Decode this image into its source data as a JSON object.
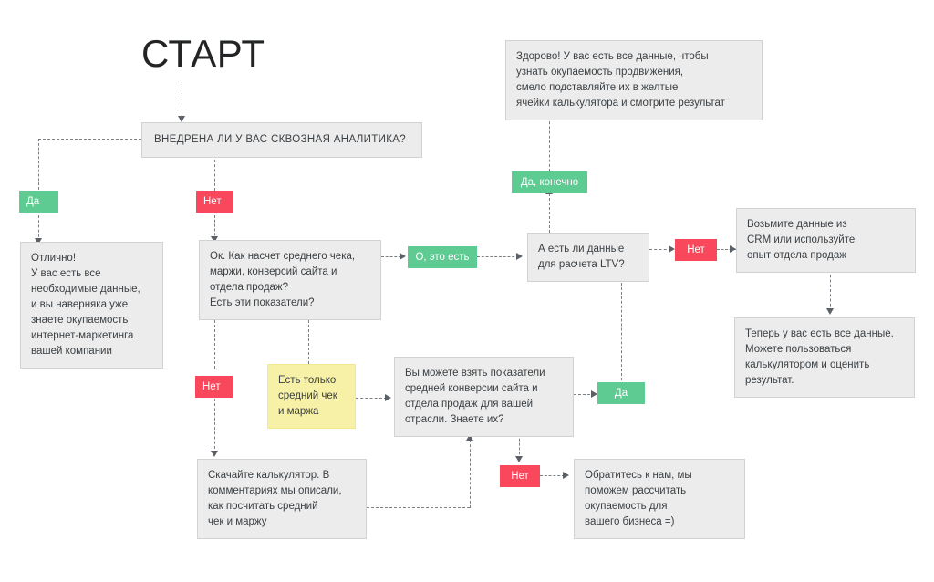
{
  "title": "СТАРТ",
  "colors": {
    "box_fill": "#ececec",
    "box_border": "#d2d2d2",
    "yellow_fill": "#f7f1a8",
    "green_tag": "#5ecb92",
    "red_tag": "#f9485b",
    "text": "#3b4044",
    "connector": "#7b8086"
  },
  "nodes": {
    "q_analytics": "ВНЕДРЕНА ЛИ У ВАС СКВОЗНАЯ АНАЛИТИКА?",
    "great_all_data": "Отлично!\nУ вас есть все\nнеобходимые данные,\nи вы наверняка уже\nзнаете окупаемость\nинтернет-маркетинга\nвашей компании",
    "q_avg_check": "Ок. Как насчет среднего чека,\nмаржи, конверсий сайта и\nотдела продаж?\nЕсть эти показатели?",
    "q_ltv": "А есть ли данные\nдля расчета LTV?",
    "superb_result": "Здорово! У вас есть все данные, чтобы\nузнать окупаемость продвижения,\nсмело подставляйте их в желтые\nячейки калькулятора и смотрите результат",
    "take_from_crm": "Возьмите данные из\nCRM или используйте\nопыт отдела продаж",
    "now_all_data": "Теперь у вас есть все данные.\nМожете пользоваться\nкалькулятором и оценить\nрезультат.",
    "only_avg_check": "Есть только\nсредний чек\nи маржа",
    "industry_averages": "Вы можете взять показатели\nсредней конверсии сайта и\nотдела продаж для вашей\nотрасли. Знаете их?",
    "download_calculator": "Скачайте калькулятор. В\nкомментариях мы описали,\nкак посчитать средний\nчек и маржу",
    "contact_us": "Обратитесь к нам, мы\nпоможем рассчитать\nокупаемость для\nвашего бизнеса =)"
  },
  "tags": {
    "yes_left": "Да",
    "no_analytics": "Нет",
    "oh_we_have": "О, это есть",
    "yes_of_course": "Да, конечно",
    "no_ltv": "Нет",
    "no_metrics": "Нет",
    "yes_industry": "Да",
    "no_industry": "Нет"
  }
}
